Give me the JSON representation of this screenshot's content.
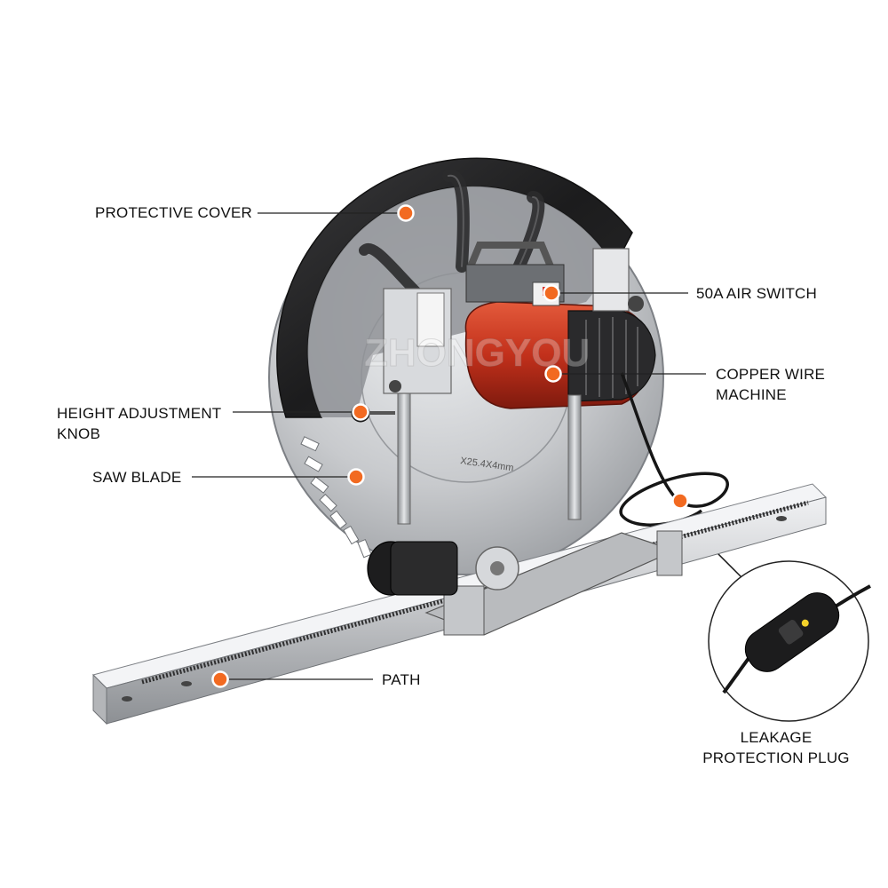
{
  "diagram": {
    "callouts": {
      "protective_cover": "PROTECTIVE COVER",
      "air_switch": "50A AIR SWITCH",
      "copper_wire_machine": [
        "COPPER WIRE",
        "MACHINE"
      ],
      "height_adjustment_knob": [
        "HEIGHT ADJUSTMENT",
        "KNOB"
      ],
      "saw_blade": "SAW BLADE",
      "path": "PATH",
      "leakage_protection_plug": [
        "LEAKAGE",
        "PROTECTION PLUG"
      ]
    },
    "blade_marking": "X25.4X4mm",
    "watermark": "ZHONGYOU"
  },
  "colors": {
    "callout_dot": "#f26a21",
    "motor_red": "#c9341c",
    "cover_black": "#1e1e1e",
    "blade_silver": "#c6c8cb",
    "rail_silver": "#d4d6d9",
    "rack_dark": "#3a3a3a"
  }
}
